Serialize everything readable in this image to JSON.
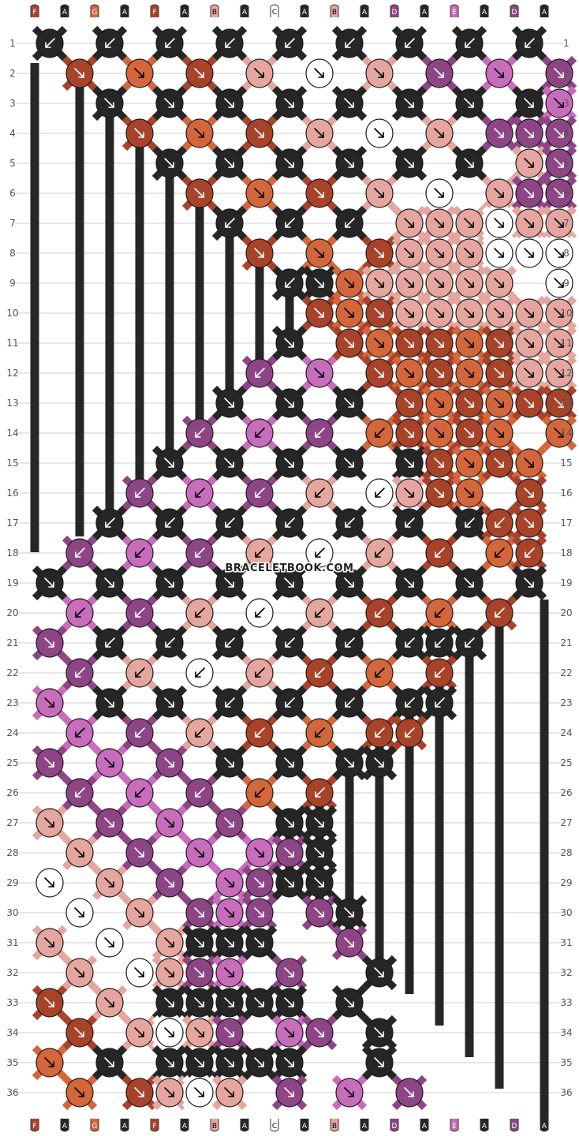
{
  "strands_top": [
    "F",
    "A",
    "G",
    "A",
    "F",
    "A",
    "B",
    "A",
    "C",
    "A",
    "B",
    "A",
    "D",
    "A",
    "E",
    "A",
    "D",
    "A"
  ],
  "strands_bottom": [
    "F",
    "A",
    "G",
    "A",
    "F",
    "A",
    "B",
    "A",
    "C",
    "A",
    "B",
    "A",
    "D",
    "A",
    "E",
    "A",
    "D",
    "A"
  ],
  "colors": {
    "A": "#262626",
    "B": "#e4a69e",
    "C": "#ffffff",
    "D": "#8e4585",
    "E": "#c86cbc",
    "F": "#a8432a",
    "G": "#d4663c"
  },
  "label_text_colors": {
    "A": "#ffffff",
    "B": "#000000",
    "C": "#000000",
    "D": "#ffffff",
    "E": "#ffffff",
    "F": "#ffffff",
    "G": "#ffffff"
  },
  "row_count": 36,
  "row_numbers": [
    "1",
    "2",
    "3",
    "4",
    "5",
    "6",
    "7",
    "8",
    "9",
    "10",
    "11",
    "12",
    "13",
    "14",
    "15",
    "16",
    "17",
    "18",
    "19",
    "20",
    "21",
    "22",
    "23",
    "24",
    "25",
    "26",
    "27",
    "28",
    "29",
    "30",
    "31",
    "32",
    "33",
    "34",
    "35",
    "36"
  ],
  "knot_colors": [
    "AAAAAAAAA",
    "FGFBCBDED",
    "AAAAAAAAE",
    "FGFBCBDDD",
    "AAAAAABBD",
    "FGFBCBDBD",
    "AAABBBCBB",
    "FGFBBBCCC",
    "AAGBBBBBC",
    "FGFBBBBBB",
    "AFGFFGFBB",
    "DEFGFGFBB",
    "AAAFGFGFF",
    "DEDGFGFGG",
    "AAAAAFGFG",
    "DEDBCBFGF",
    "AAAAAAAFF",
    "DEDBCBFGF",
    "AAAAAAAAA",
    "EDBCBFGF",
    "DAAAAAAAA",
    "DBCBFGF",
    "EAAAAAAA",
    "EDBFGFF",
    "DEDAAAA",
    "DEDGF",
    "BDEDDAA",
    "BDEEDA",
    "CBDEDAA",
    "CBDEDDA",
    "BCBAAAD",
    "BCBDEDA",
    "FBAAAAAA",
    "FBCBDEDA",
    "GAAAAAAA",
    "GFBCBDED"
  ],
  "knot_dirs": [
    "LLLLLLLLL",
    "RRRRRRRRR",
    "RRRRRRRRR",
    "RRRRRRRRR",
    "RRRRRRRRR",
    "RRRRRRRRR",
    "LLLRRRRRR",
    "RRRRRRRRR",
    "LRRRRRRRR",
    "RRRRRRRRR",
    "RRRRRRRRR",
    "LRRRRRRRR",
    "RRRRRRRRR",
    "LLLLRRRRR",
    "RRRRRRRRR",
    "LLLLLRRRR",
    "LLLLLLLLR",
    "LLLLLLLLL",
    "RRRRRRRRR",
    "LLLLLLLL",
    "RLLLLLLLL",
    "LLLLLLL",
    "RRRLLLLL",
    "LLLLLLL",
    "RRRRRRR",
    "LLLLL",
    "RRRRRRR",
    "RRRRRR",
    "RRRRRRR",
    "RRRRRRR",
    "RRRRRRR",
    "RRRRRRR",
    "RRRRRRRR",
    "RRRRRRRR",
    "RRRRRRRR",
    "RRRRRRRR"
  ],
  "knot_cols": [
    [
      1,
      3,
      5,
      7,
      9,
      11,
      13,
      15,
      17
    ],
    [
      2,
      4,
      6,
      8,
      10,
      12,
      14,
      16,
      18
    ],
    [
      3,
      5,
      7,
      9,
      11,
      13,
      15,
      17,
      18
    ],
    [
      4,
      6,
      8,
      10,
      12,
      14,
      16,
      17,
      18
    ],
    [
      5,
      7,
      9,
      11,
      13,
      15,
      17,
      18,
      18
    ],
    [
      6,
      8,
      10,
      12,
      14,
      16,
      17,
      18,
      18
    ],
    [
      7,
      9,
      11,
      13,
      14,
      15,
      16,
      17,
      18
    ],
    [
      8,
      10,
      12,
      13,
      14,
      15,
      16,
      17,
      18
    ],
    [
      9,
      10,
      11,
      12,
      13,
      14,
      15,
      16,
      18
    ],
    [
      10,
      11,
      12,
      13,
      14,
      15,
      16,
      17,
      18
    ],
    [
      9,
      11,
      12,
      13,
      14,
      15,
      16,
      17,
      18
    ],
    [
      8,
      10,
      12,
      13,
      14,
      15,
      16,
      17,
      18
    ],
    [
      7,
      9,
      11,
      13,
      14,
      15,
      16,
      17,
      18
    ],
    [
      6,
      8,
      10,
      12,
      13,
      14,
      15,
      16,
      18
    ],
    [
      5,
      7,
      9,
      11,
      13,
      14,
      15,
      16,
      17
    ],
    [
      4,
      6,
      8,
      10,
      12,
      13,
      14,
      15,
      17
    ],
    [
      3,
      5,
      7,
      9,
      11,
      13,
      15,
      16,
      17
    ],
    [
      2,
      4,
      6,
      8,
      10,
      12,
      14,
      16,
      17
    ],
    [
      1,
      3,
      5,
      7,
      9,
      11,
      13,
      15,
      17
    ],
    [
      2,
      4,
      6,
      8,
      10,
      12,
      14,
      16
    ],
    [
      1,
      3,
      5,
      7,
      9,
      11,
      13,
      15,
      14
    ],
    [
      2,
      4,
      6,
      8,
      10,
      12,
      14
    ],
    [
      1,
      3,
      5,
      7,
      9,
      11,
      13,
      14
    ],
    [
      2,
      4,
      6,
      8,
      10,
      12,
      13
    ],
    [
      1,
      3,
      5,
      7,
      9,
      11,
      12
    ],
    [
      2,
      4,
      6,
      8,
      10
    ],
    [
      1,
      3,
      5,
      7,
      9,
      10,
      9
    ],
    [
      2,
      4,
      6,
      8,
      9,
      10
    ],
    [
      1,
      3,
      5,
      7,
      8,
      9,
      10
    ],
    [
      2,
      4,
      6,
      7,
      8,
      10,
      11
    ],
    [
      1,
      3,
      5,
      6,
      7,
      8,
      11
    ],
    [
      2,
      4,
      5,
      6,
      7,
      9,
      12
    ],
    [
      1,
      3,
      5,
      6,
      7,
      8,
      9,
      11
    ],
    [
      2,
      4,
      5,
      6,
      7,
      9,
      10,
      12
    ],
    [
      1,
      3,
      5,
      6,
      7,
      8,
      9,
      12
    ],
    [
      2,
      4,
      5,
      6,
      7,
      9,
      11,
      13
    ]
  ],
  "watermark": "BRACELETBOOK.COM"
}
